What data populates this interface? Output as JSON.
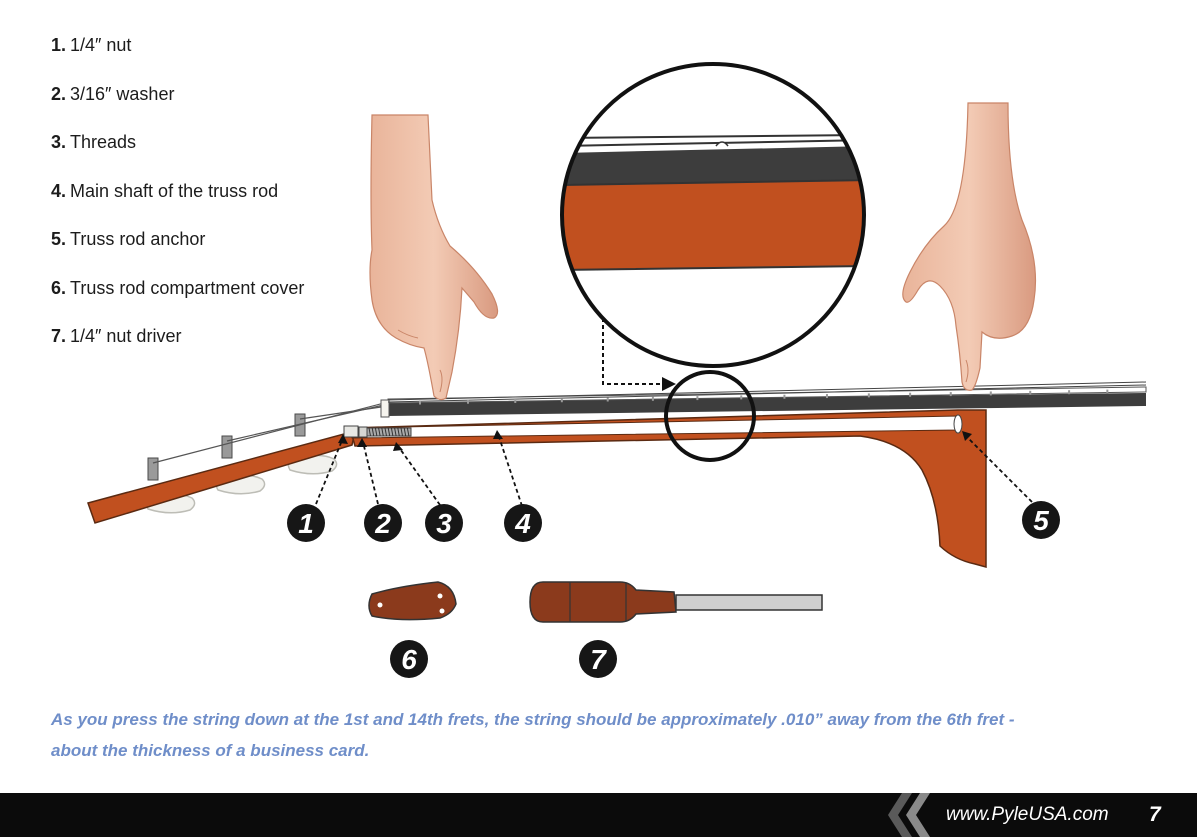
{
  "legend": [
    {
      "num": "1.",
      "label": "1/4″ nut"
    },
    {
      "num": "2.",
      "label": "3/16″ washer"
    },
    {
      "num": "3.",
      "label": "Threads"
    },
    {
      "num": "4.",
      "label": "Main shaft of the truss rod"
    },
    {
      "num": "5.",
      "label": "Truss rod anchor"
    },
    {
      "num": "6.",
      "label": "Truss rod compartment cover"
    },
    {
      "num": "7.",
      "label": "1/4″ nut driver"
    }
  ],
  "callouts": [
    "1",
    "2",
    "3",
    "4",
    "5",
    "6",
    "7"
  ],
  "note": {
    "line1": "As you press the string down at the 1st and 14th frets, the string should be approximately .010” away from the 6th fret -",
    "line2": "about the thickness of a business card."
  },
  "footer": {
    "website": "www.PyleUSA.com",
    "page_number": "7"
  },
  "colors": {
    "wood": "#c1501f",
    "fretboard": "#3d3d3d",
    "handle": "#8b3a1c",
    "note_text": "#6f8ec9",
    "footer_bg": "#0b0b0b"
  }
}
